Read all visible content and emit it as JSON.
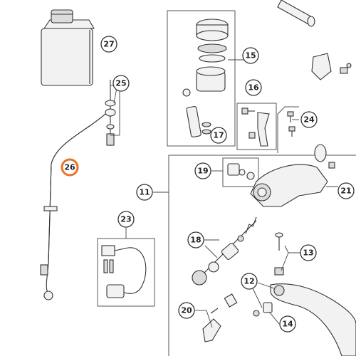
{
  "diagram": {
    "callouts": [
      {
        "id": "27",
        "label": "27",
        "highlight": false
      },
      {
        "id": "25",
        "label": "25",
        "highlight": false
      },
      {
        "id": "26",
        "label": "26",
        "highlight": true
      },
      {
        "id": "15",
        "label": "15",
        "highlight": false
      },
      {
        "id": "16",
        "label": "16",
        "highlight": false
      },
      {
        "id": "17",
        "label": "17",
        "highlight": false
      },
      {
        "id": "24",
        "label": "24",
        "highlight": false
      },
      {
        "id": "19",
        "label": "19",
        "highlight": false
      },
      {
        "id": "21",
        "label": "21",
        "highlight": false
      },
      {
        "id": "11",
        "label": "11",
        "highlight": false
      },
      {
        "id": "23",
        "label": "23",
        "highlight": false
      },
      {
        "id": "18",
        "label": "18",
        "highlight": false
      },
      {
        "id": "13",
        "label": "13",
        "highlight": false
      },
      {
        "id": "12",
        "label": "12",
        "highlight": false
      },
      {
        "id": "20",
        "label": "20",
        "highlight": false
      },
      {
        "id": "14",
        "label": "14",
        "highlight": false
      }
    ],
    "highlight_color": "#e8742a"
  }
}
